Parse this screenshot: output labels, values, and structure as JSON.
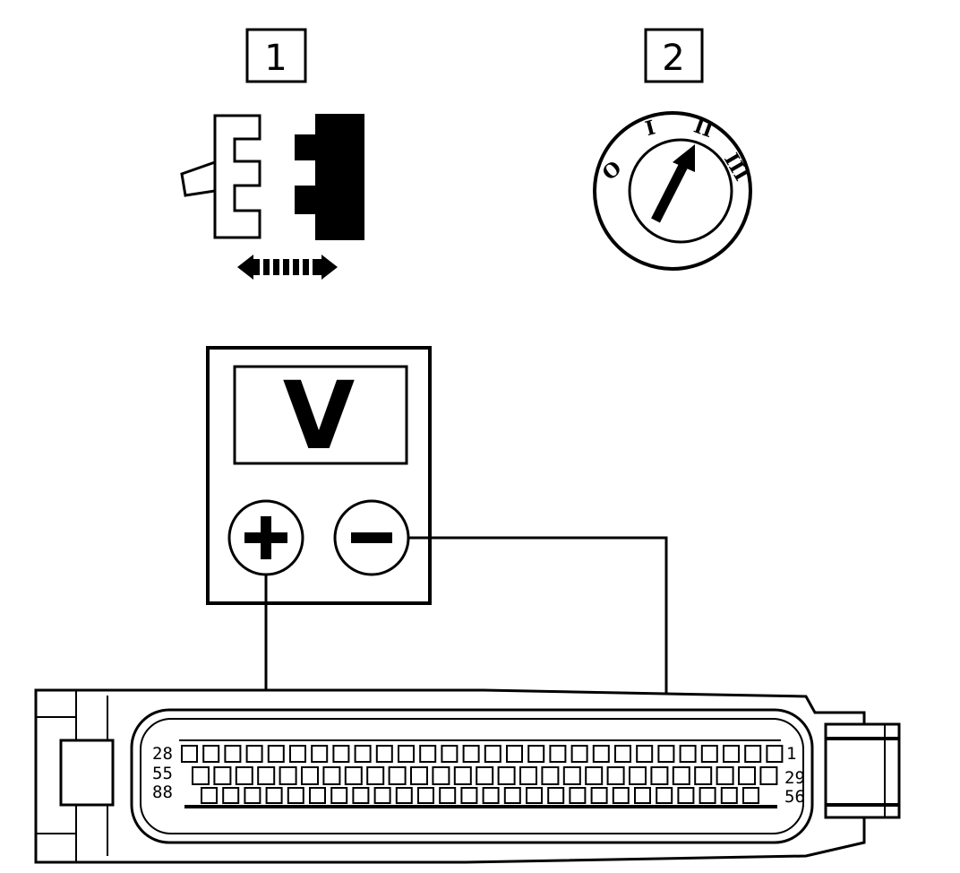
{
  "step_labels": {
    "step1": "1",
    "step2": "2"
  },
  "ignition": {
    "positions": [
      "O",
      "I",
      "II",
      "III"
    ]
  },
  "meter": {
    "symbol": "V",
    "plus_terminal": "+",
    "minus_terminal": "−"
  },
  "connector": {
    "row_start_labels": [
      "28",
      "55",
      "88"
    ],
    "row_end_labels": [
      "1",
      "29",
      "56"
    ]
  }
}
